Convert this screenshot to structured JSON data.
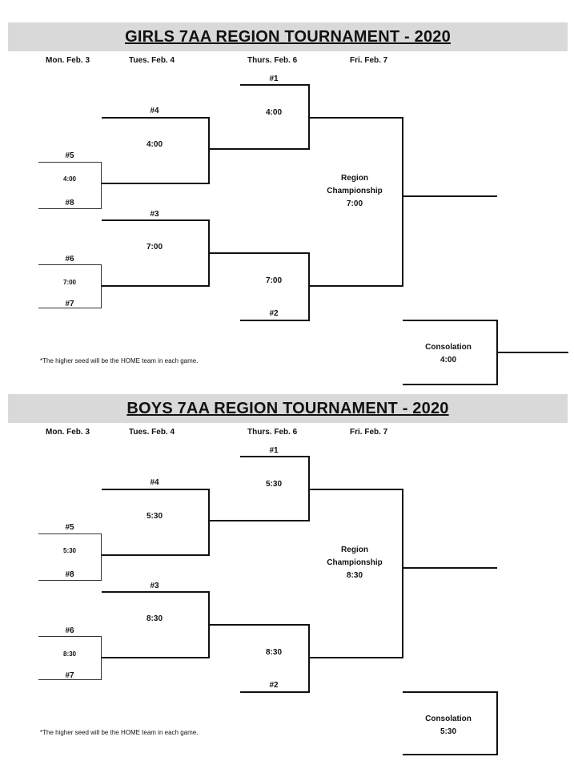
{
  "girls": {
    "title": "GIRLS 7AA REGION TOURNAMENT - 2020",
    "days": [
      "Mon. Feb. 3",
      "Tues. Feb. 4",
      "Thurs. Feb. 6",
      "Fri. Feb. 7"
    ],
    "seed5": "#5",
    "seed8": "#8",
    "seed6": "#6",
    "seed7": "#7",
    "seed4": "#4",
    "seed3": "#3",
    "seed1": "#1",
    "seed2": "#2",
    "mon_game1_time": "4:00",
    "mon_game2_time": "7:00",
    "tue_game1_time": "4:00",
    "tue_game2_time": "7:00",
    "thu_game1_time": "4:00",
    "thu_game2_time": "7:00",
    "championship_line1": "Region",
    "championship_line2": "Championship",
    "championship_time": "7:00",
    "consolation_label": "Consolation",
    "consolation_time": "4:00",
    "note": "*The higher seed will be the HOME team in each game."
  },
  "boys": {
    "title": "BOYS 7AA REGION TOURNAMENT - 2020",
    "days": [
      "Mon. Feb. 3",
      "Tues. Feb. 4",
      "Thurs. Feb. 6",
      "Fri. Feb. 7"
    ],
    "seed5": "#5",
    "seed8": "#8",
    "seed6": "#6",
    "seed7": "#7",
    "seed4": "#4",
    "seed3": "#3",
    "seed1": "#1",
    "seed2": "#2",
    "mon_game1_time": "5:30",
    "mon_game2_time": "8:30",
    "tue_game1_time": "5:30",
    "tue_game2_time": "8:30",
    "thu_game1_time": "5:30",
    "thu_game2_time": "8:30",
    "championship_line1": "Region",
    "championship_line2": "Championship",
    "championship_time": "8:30",
    "consolation_label": "Consolation",
    "consolation_time": "5:30",
    "note": "*The higher seed will be the HOME team in each game."
  }
}
